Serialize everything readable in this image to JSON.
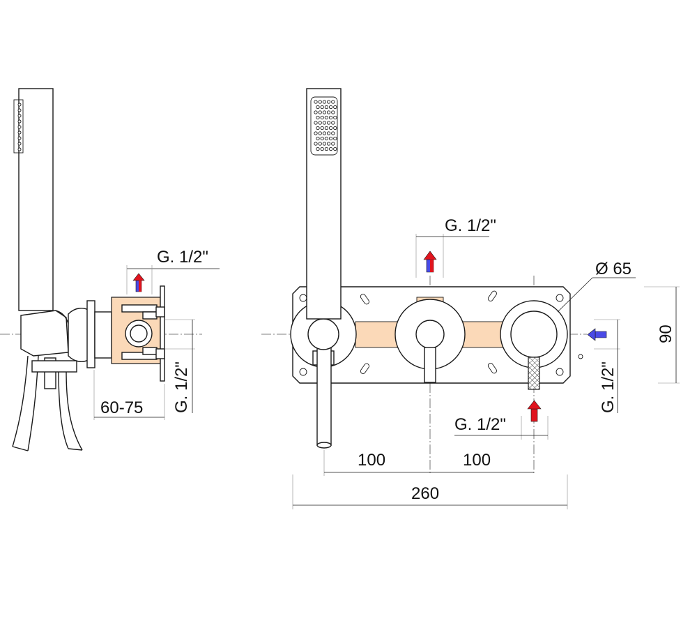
{
  "colors": {
    "hot_arrow": "#e0141e",
    "cold_arrow": "#4a4ae6",
    "body_fill": "#fbd9b8",
    "line": "#1a1a1a"
  },
  "side_view": {
    "dim_connection_top": "G. 1/2\"",
    "dim_connection_vertical": "G. 1/2\"",
    "dim_depth": "60-75"
  },
  "front_view": {
    "dim_outlet_top": "G. 1/2\"",
    "dim_rosette_diameter": "Ø 65",
    "dim_height": "90",
    "dim_inlet_side": "G. 1/2\"",
    "dim_inlet_bottom": "G. 1/2\"",
    "dim_spacing_left": "100",
    "dim_spacing_right": "100",
    "dim_total_width": "260"
  }
}
